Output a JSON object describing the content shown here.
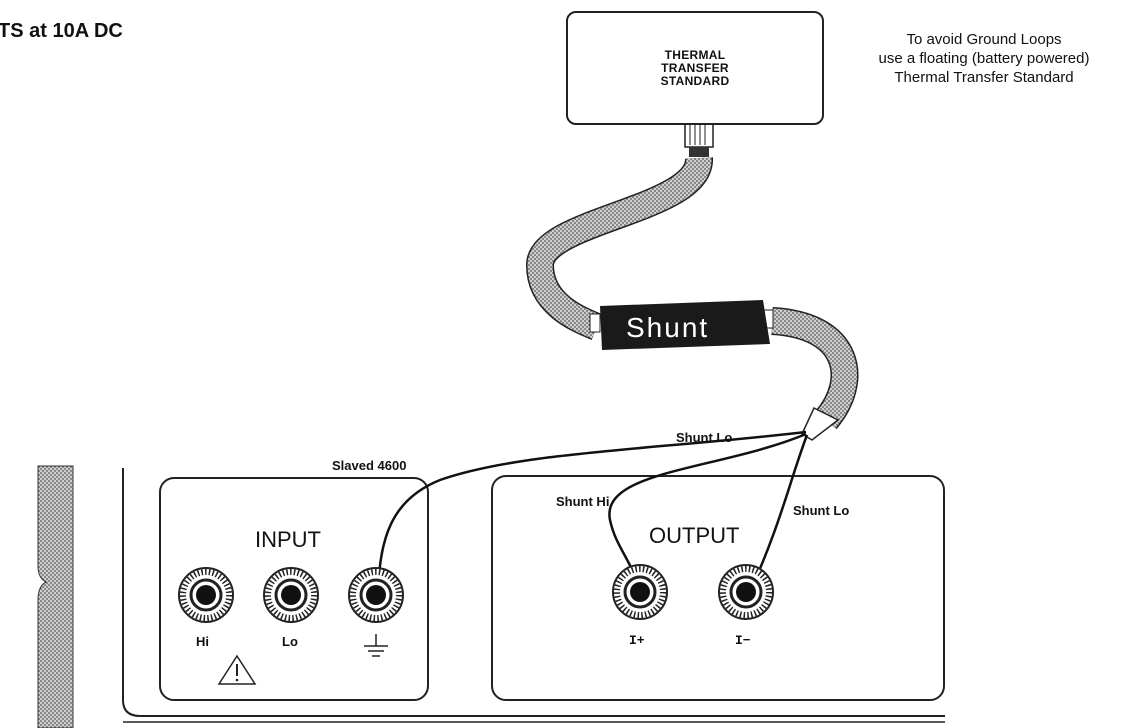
{
  "title": "TS at 10A DC",
  "thermal_standard": {
    "lines": [
      "THERMAL",
      "TRANSFER",
      "STANDARD"
    ]
  },
  "note": {
    "lines": [
      "To avoid Ground Loops",
      "use a floating (battery powered)",
      "Thermal Transfer Standard"
    ]
  },
  "shunt": {
    "label": "Shunt"
  },
  "leads": {
    "shunt_lo_top": "Shunt Lo",
    "shunt_hi": "Shunt Hi",
    "shunt_lo_right": "Shunt Lo"
  },
  "slaved_label": "Slaved 4600",
  "input_panel": {
    "title": "INPUT",
    "terminals": [
      {
        "label": "Hi"
      },
      {
        "label": "Lo"
      },
      {
        "label": "",
        "icon": "ground-symbol"
      }
    ],
    "warning_icon": "warning-triangle"
  },
  "output_panel": {
    "title": "OUTPUT",
    "terminals": [
      {
        "label": "I+"
      },
      {
        "label": "I−"
      }
    ]
  },
  "colors": {
    "line": "#111111",
    "cable": "#8a8a8a",
    "shunt_body": "#1a1a1a"
  }
}
